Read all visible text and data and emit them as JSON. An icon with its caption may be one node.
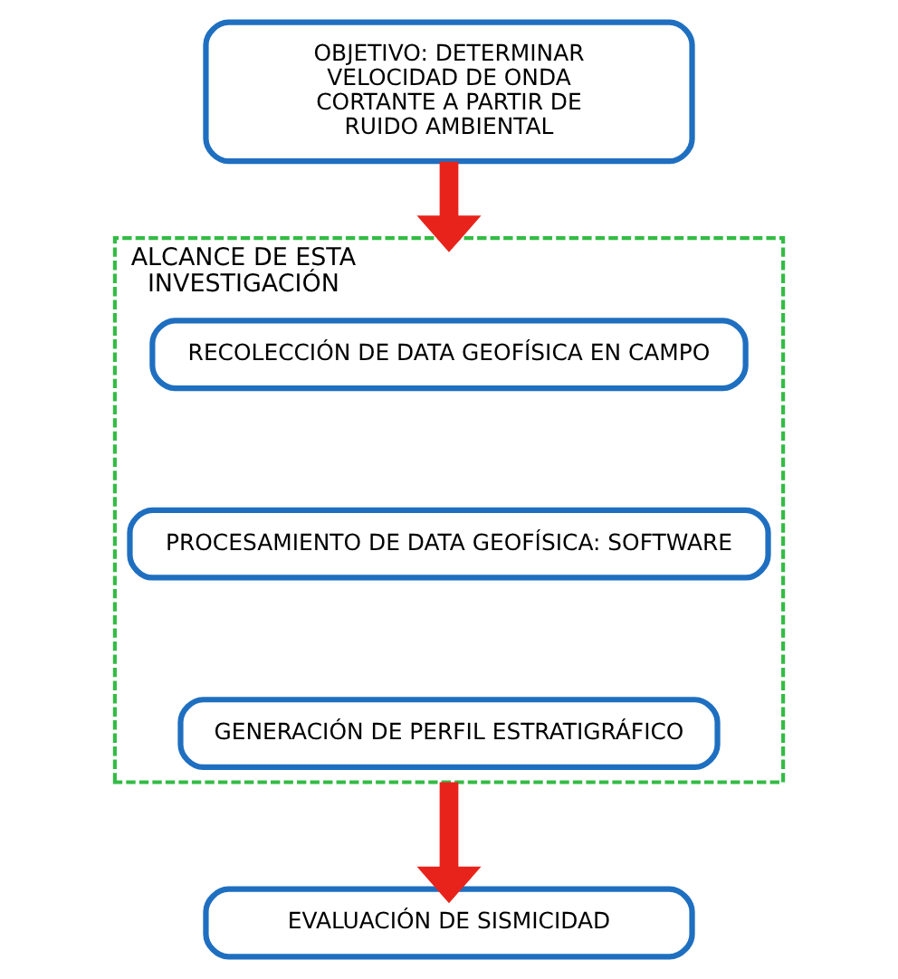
{
  "diagram": {
    "nodes": [
      {
        "text": [
          "OBJETIVO: DETERMINAR VELOCIDAD DE ONDA CORTANTE A PARTIR DE RUIDO AMBIENTAL"
        ]
      },
      {
        "text": [
          "ALCANCE DE ESTA INVESTIGACIÓN"
        ]
      },
      {
        "text": [
          "RECOLECCIÓN DE DATA GEOFÍSICA EN CAMPO"
        ],
        "in": 1
      },
      {
        "text": [
          "PROCESAMIENTO DE DATA GEOFÍSICA: SOFTWARE"
        ],
        "in": 1
      },
      {
        "text": [
          "GENERACIÓN DE PERFIL ESTRATIGRÁFICO"
        ],
        "in": 1
      },
      {
        "text": [
          "EVALUACIÓN DE SISMICIDAD"
        ]
      }
    ],
    "edges": [
      {
        "from": 0,
        "to": 1,
        "arrow": "to"
      },
      {
        "from": 1,
        "to": 5,
        "arrow": "to"
      }
    ]
  }
}
